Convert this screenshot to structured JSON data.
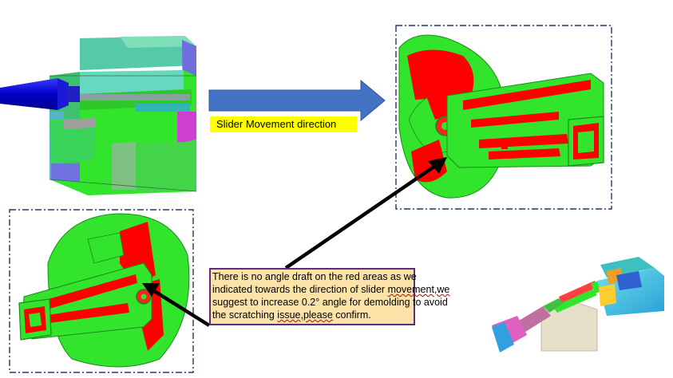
{
  "colors": {
    "model_green": "#33e42c",
    "draft_red": "#ff0000",
    "arrow_blue": "#4472c4",
    "frame_navy": "#1f3864",
    "label_yellow": "#ffff00",
    "note_fill": "#fbe3a8",
    "note_border": "#5b2c82",
    "pointer_black": "#000000"
  },
  "direction_label": "Slider Movement direction",
  "note": {
    "line1": "There is no angle draft on the red areas as we",
    "line2_a": "indicated towards the direction of slider ",
    "line2_b": "movement,we",
    "line3": "suggest to increase 0.2° angle for demolding to avoid",
    "line4_a": "the scratching ",
    "line4_b": "issue,please",
    "line4_c": " confirm."
  }
}
